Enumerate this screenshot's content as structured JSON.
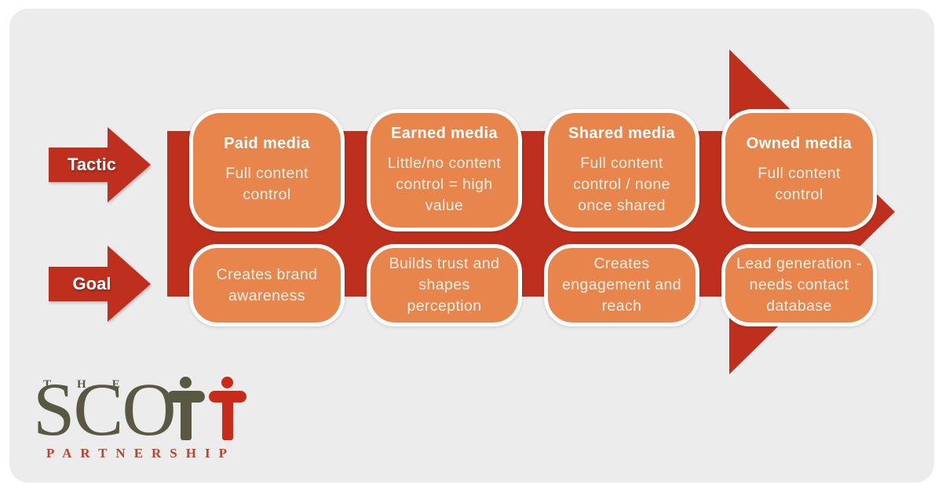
{
  "colors": {
    "page_bg": "#ffffff",
    "panel_bg": "#ececec",
    "arrow_red": "#be301d",
    "box_orange": "#e8854c",
    "box_border_white": "#ffffff",
    "heading_text": "#ffffff",
    "body_text": "#f8efe6",
    "logo_olive": "#5a5743",
    "logo_red": "#c92b1a",
    "logo_partnership_red": "#c5402c"
  },
  "rows": [
    {
      "label": "Tactic"
    },
    {
      "label": "Goal"
    }
  ],
  "columns": [
    {
      "tactic": {
        "title": "Paid media",
        "description": "Full content\ncontrol"
      },
      "goal": {
        "description": "Creates brand\nawareness"
      }
    },
    {
      "tactic": {
        "title": "Earned media",
        "description": "Little/no content\ncontrol = high\nvalue"
      },
      "goal": {
        "description": "Builds trust and\nshapes\nperception"
      }
    },
    {
      "tactic": {
        "title": "Shared media",
        "description": "Full content\ncontrol / none\nonce shared"
      },
      "goal": {
        "description": "Creates\nengagement and\nreach"
      }
    },
    {
      "tactic": {
        "title": "Owned media",
        "description": "Full content\ncontrol"
      },
      "goal": {
        "description": "Lead generation -\nneeds contact\ndatabase"
      }
    }
  ],
  "logo": {
    "word_full": "SCOTT",
    "the": "THE",
    "scott_prefix": "SCO",
    "partnership": "PARTNERSHIP"
  }
}
